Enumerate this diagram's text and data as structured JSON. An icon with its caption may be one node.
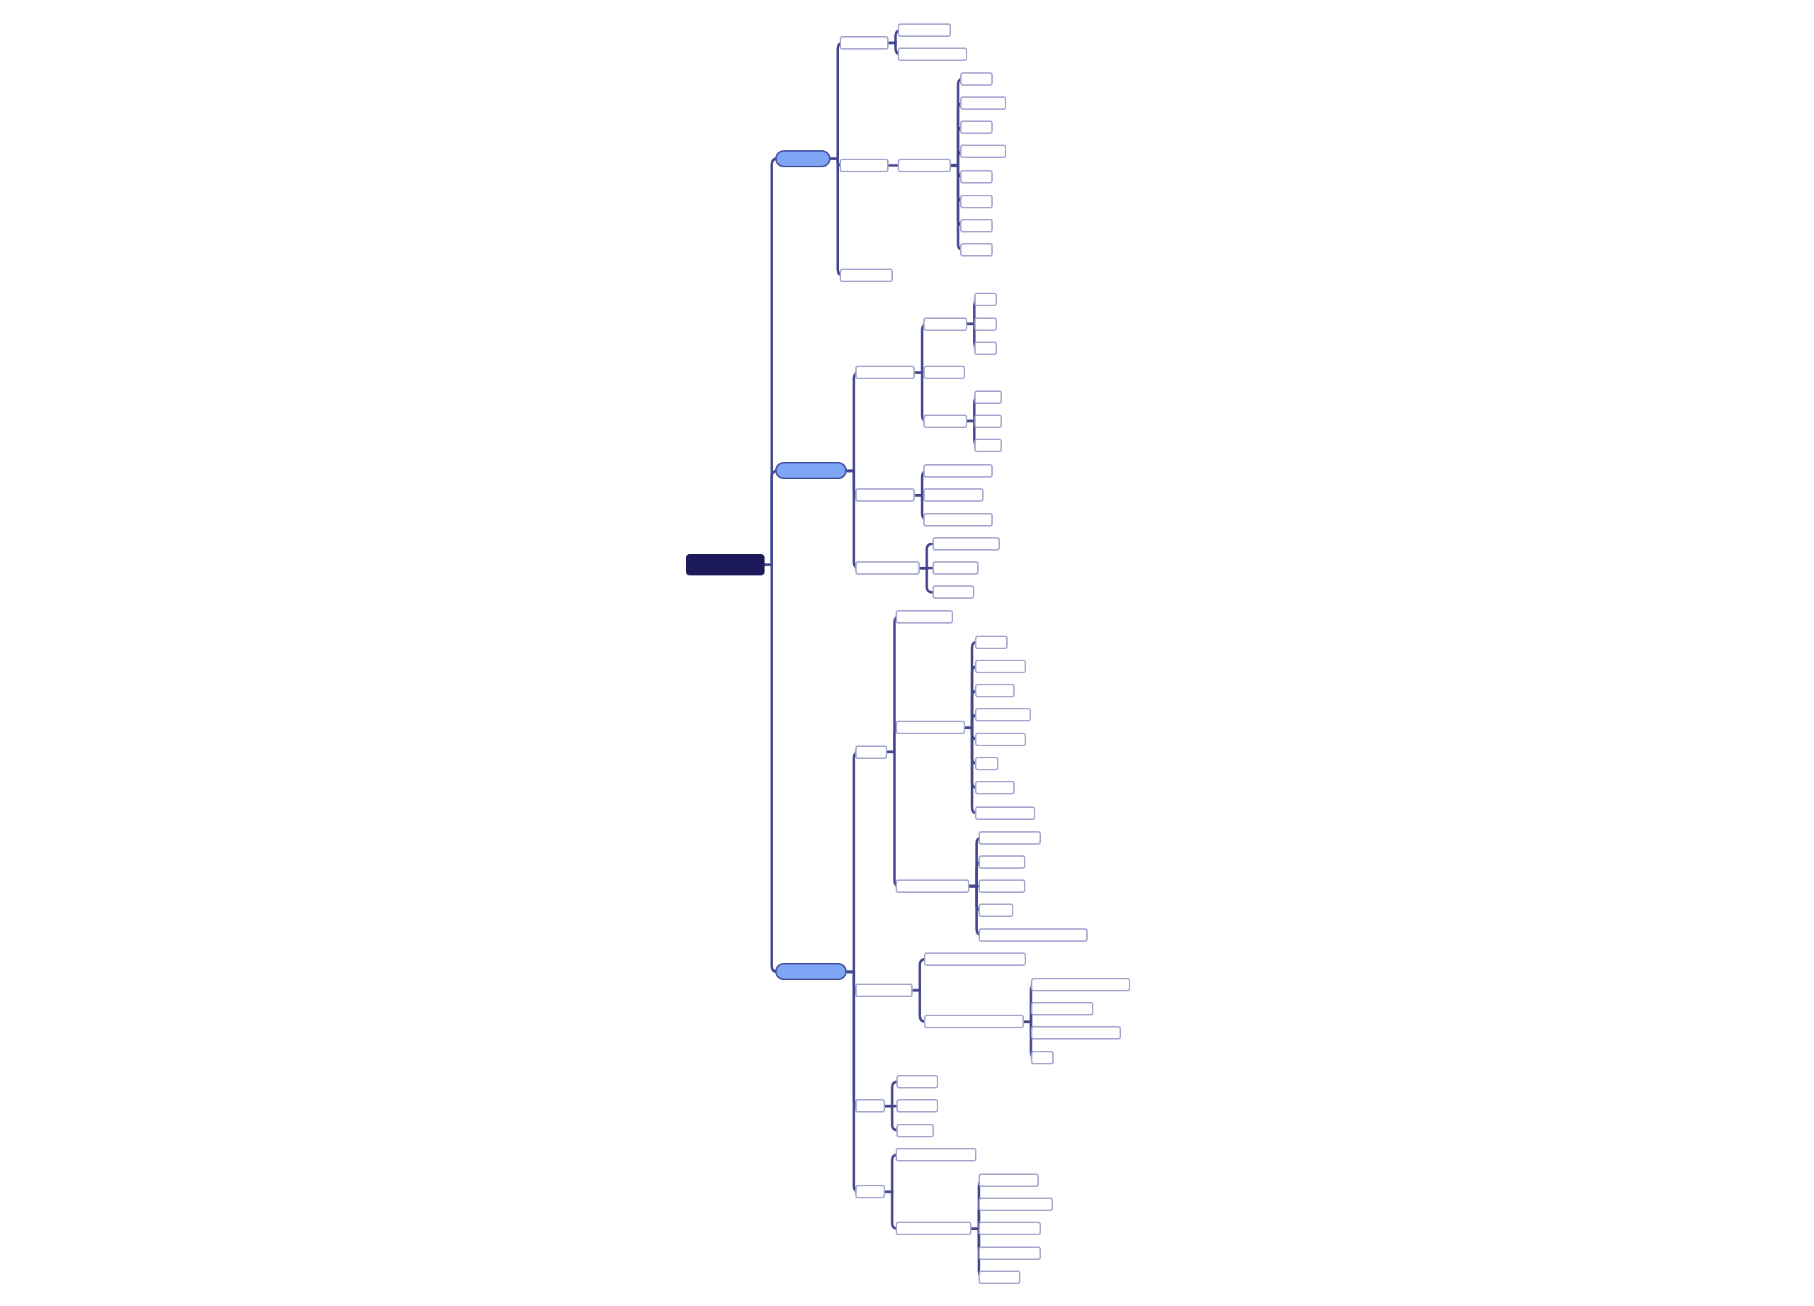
{
  "diagram": {
    "nodes": [
      {
        "text": [],
        "shape": "box"
      },
      {
        "text": [],
        "shape": "box"
      },
      {
        "text": [],
        "shape": "box"
      },
      {
        "text": [],
        "shape": "box"
      },
      {
        "text": [],
        "shape": "box"
      },
      {
        "text": [],
        "shape": "box"
      },
      {
        "text": [],
        "shape": "box"
      },
      {
        "text": [],
        "shape": "box"
      },
      {
        "text": [],
        "shape": "box"
      },
      {
        "text": [],
        "shape": "box"
      },
      {
        "text": [],
        "shape": "box"
      },
      {
        "text": [],
        "shape": "box"
      },
      {
        "text": [],
        "shape": "box"
      },
      {
        "text": [],
        "shape": "box"
      },
      {
        "text": [],
        "shape": "box"
      },
      {
        "text": [],
        "shape": "box"
      },
      {
        "text": [],
        "shape": "box"
      },
      {
        "text": [],
        "shape": "box"
      },
      {
        "text": [],
        "shape": "box"
      },
      {
        "text": [],
        "shape": "box"
      },
      {
        "text": [],
        "shape": "box"
      },
      {
        "text": [],
        "shape": "box"
      },
      {
        "text": [],
        "shape": "box"
      },
      {
        "text": [],
        "shape": "box"
      },
      {
        "text": [],
        "shape": "box"
      },
      {
        "text": [],
        "shape": "box"
      },
      {
        "text": [],
        "shape": "box"
      },
      {
        "text": [],
        "shape": "box"
      },
      {
        "text": [],
        "shape": "box"
      },
      {
        "text": [],
        "shape": "box"
      },
      {
        "text": [],
        "shape": "box"
      },
      {
        "text": [],
        "shape": "box"
      },
      {
        "text": [],
        "shape": "box"
      },
      {
        "text": [],
        "shape": "box"
      },
      {
        "text": [],
        "shape": "box"
      },
      {
        "text": [],
        "shape": "box"
      },
      {
        "text": [],
        "shape": "box"
      },
      {
        "text": [],
        "shape": "box"
      },
      {
        "text": [],
        "shape": "box"
      },
      {
        "text": [],
        "shape": "box"
      },
      {
        "text": [],
        "shape": "box"
      },
      {
        "text": [],
        "shape": "box"
      },
      {
        "text": [],
        "shape": "box"
      },
      {
        "text": [],
        "shape": "box"
      },
      {
        "text": [],
        "shape": "box"
      },
      {
        "text": [],
        "shape": "box"
      },
      {
        "text": [],
        "shape": "box"
      },
      {
        "text": [],
        "shape": "box"
      },
      {
        "text": [],
        "shape": "box"
      },
      {
        "text": [],
        "shape": "box"
      },
      {
        "text": [],
        "shape": "box"
      },
      {
        "text": [],
        "shape": "box"
      },
      {
        "text": [],
        "shape": "box"
      },
      {
        "text": [],
        "shape": "box"
      },
      {
        "text": [],
        "shape": "box"
      },
      {
        "text": [],
        "shape": "box"
      },
      {
        "text": [],
        "shape": "box"
      },
      {
        "text": [],
        "shape": "box"
      },
      {
        "text": [],
        "shape": "box"
      },
      {
        "text": [],
        "shape": "box"
      },
      {
        "text": [],
        "shape": "box"
      },
      {
        "text": [],
        "shape": "box"
      },
      {
        "text": [],
        "shape": "box"
      },
      {
        "text": [],
        "shape": "box"
      },
      {
        "text": [],
        "shape": "box"
      },
      {
        "text": [],
        "shape": "box"
      },
      {
        "text": [],
        "shape": "box"
      },
      {
        "text": [],
        "shape": "box"
      },
      {
        "text": [],
        "shape": "box"
      },
      {
        "text": [],
        "shape": "box"
      },
      {
        "text": [],
        "shape": "box"
      },
      {
        "text": [],
        "shape": "box"
      }
    ],
    "edges": [
      {
        "from": 0,
        "to": 1,
        "arrow": "none"
      },
      {
        "from": 1,
        "to": 2,
        "arrow": "none"
      },
      {
        "from": 2,
        "to": 3,
        "arrow": "none"
      },
      {
        "from": 2,
        "to": 4,
        "arrow": "none"
      },
      {
        "from": 1,
        "to": 5,
        "arrow": "none"
      },
      {
        "from": 5,
        "to": 6,
        "arrow": "none"
      },
      {
        "from": 6,
        "to": 7,
        "arrow": "none"
      },
      {
        "from": 6,
        "to": 8,
        "arrow": "none"
      },
      {
        "from": 6,
        "to": 9,
        "arrow": "none"
      },
      {
        "from": 6,
        "to": 10,
        "arrow": "none"
      },
      {
        "from": 6,
        "to": 11,
        "arrow": "none"
      },
      {
        "from": 6,
        "to": 12,
        "arrow": "none"
      },
      {
        "from": 6,
        "to": 13,
        "arrow": "none"
      },
      {
        "from": 6,
        "to": 14,
        "arrow": "none"
      },
      {
        "from": 1,
        "to": 15,
        "arrow": "none"
      },
      {
        "from": 0,
        "to": 16,
        "arrow": "none"
      },
      {
        "from": 16,
        "to": 17,
        "arrow": "none"
      },
      {
        "from": 17,
        "to": 18,
        "arrow": "none"
      },
      {
        "from": 18,
        "to": 19,
        "arrow": "none"
      },
      {
        "from": 18,
        "to": 20,
        "arrow": "none"
      },
      {
        "from": 18,
        "to": 21,
        "arrow": "none"
      },
      {
        "from": 17,
        "to": 22,
        "arrow": "none"
      },
      {
        "from": 17,
        "to": 23,
        "arrow": "none"
      },
      {
        "from": 23,
        "to": 24,
        "arrow": "none"
      },
      {
        "from": 23,
        "to": 25,
        "arrow": "none"
      },
      {
        "from": 23,
        "to": 26,
        "arrow": "none"
      },
      {
        "from": 16,
        "to": 27,
        "arrow": "none"
      },
      {
        "from": 27,
        "to": 28,
        "arrow": "none"
      },
      {
        "from": 27,
        "to": 29,
        "arrow": "none"
      },
      {
        "from": 27,
        "to": 30,
        "arrow": "none"
      },
      {
        "from": 16,
        "to": 31,
        "arrow": "none"
      },
      {
        "from": 31,
        "to": 32,
        "arrow": "none"
      },
      {
        "from": 31,
        "to": 33,
        "arrow": "none"
      },
      {
        "from": 31,
        "to": 34,
        "arrow": "none"
      },
      {
        "from": 0,
        "to": 35,
        "arrow": "none"
      },
      {
        "from": 35,
        "to": 36,
        "arrow": "none"
      },
      {
        "from": 36,
        "to": 37,
        "arrow": "none"
      },
      {
        "from": 36,
        "to": 38,
        "arrow": "none"
      },
      {
        "from": 38,
        "to": 39,
        "arrow": "none"
      },
      {
        "from": 38,
        "to": 40,
        "arrow": "none"
      },
      {
        "from": 38,
        "to": 41,
        "arrow": "none"
      },
      {
        "from": 38,
        "to": 42,
        "arrow": "none"
      },
      {
        "from": 38,
        "to": 43,
        "arrow": "none"
      },
      {
        "from": 38,
        "to": 44,
        "arrow": "none"
      },
      {
        "from": 38,
        "to": 45,
        "arrow": "none"
      },
      {
        "from": 38,
        "to": 46,
        "arrow": "none"
      },
      {
        "from": 36,
        "to": 47,
        "arrow": "none"
      },
      {
        "from": 47,
        "to": 48,
        "arrow": "none"
      },
      {
        "from": 47,
        "to": 49,
        "arrow": "none"
      },
      {
        "from": 47,
        "to": 50,
        "arrow": "none"
      },
      {
        "from": 47,
        "to": 51,
        "arrow": "none"
      },
      {
        "from": 47,
        "to": 52,
        "arrow": "none"
      },
      {
        "from": 35,
        "to": 53,
        "arrow": "none"
      },
      {
        "from": 53,
        "to": 54,
        "arrow": "none"
      },
      {
        "from": 53,
        "to": 55,
        "arrow": "none"
      },
      {
        "from": 55,
        "to": 56,
        "arrow": "none"
      },
      {
        "from": 55,
        "to": 57,
        "arrow": "none"
      },
      {
        "from": 55,
        "to": 58,
        "arrow": "none"
      },
      {
        "from": 55,
        "to": 59,
        "arrow": "none"
      },
      {
        "from": 35,
        "to": 60,
        "arrow": "none"
      },
      {
        "from": 60,
        "to": 61,
        "arrow": "none"
      },
      {
        "from": 60,
        "to": 62,
        "arrow": "none"
      },
      {
        "from": 60,
        "to": 63,
        "arrow": "none"
      },
      {
        "from": 35,
        "to": 64,
        "arrow": "none"
      },
      {
        "from": 64,
        "to": 65,
        "arrow": "none"
      },
      {
        "from": 64,
        "to": 66,
        "arrow": "none"
      },
      {
        "from": 66,
        "to": 67,
        "arrow": "none"
      },
      {
        "from": 66,
        "to": 68,
        "arrow": "none"
      },
      {
        "from": 66,
        "to": 69,
        "arrow": "none"
      },
      {
        "from": 66,
        "to": 70,
        "arrow": "none"
      },
      {
        "from": 66,
        "to": 71,
        "arrow": "none"
      }
    ]
  }
}
